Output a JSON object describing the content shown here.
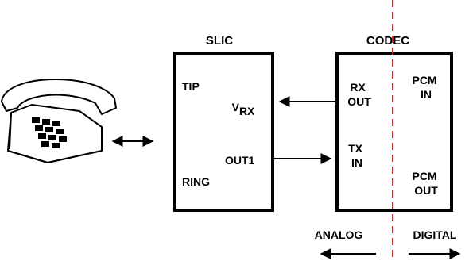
{
  "slic": {
    "title": "SLIC",
    "tip": "TIP",
    "ring": "RING",
    "vrx_main": "V",
    "vrx_sub": "RX",
    "out1": "OUT1"
  },
  "codec": {
    "title": "CODEC",
    "rx_line1": "RX",
    "rx_line2": "OUT",
    "tx_line1": "TX",
    "tx_line2": "IN",
    "pcm_in_line1": "PCM",
    "pcm_in_line2": "IN",
    "pcm_out_line1": "PCM",
    "pcm_out_line2": "OUT"
  },
  "domains": {
    "analog": "ANALOG",
    "digital": "DIGITAL"
  },
  "colors": {
    "boundary": "#e0202a",
    "ink": "#000000"
  },
  "icons": {
    "phone": "telephone-icon"
  }
}
